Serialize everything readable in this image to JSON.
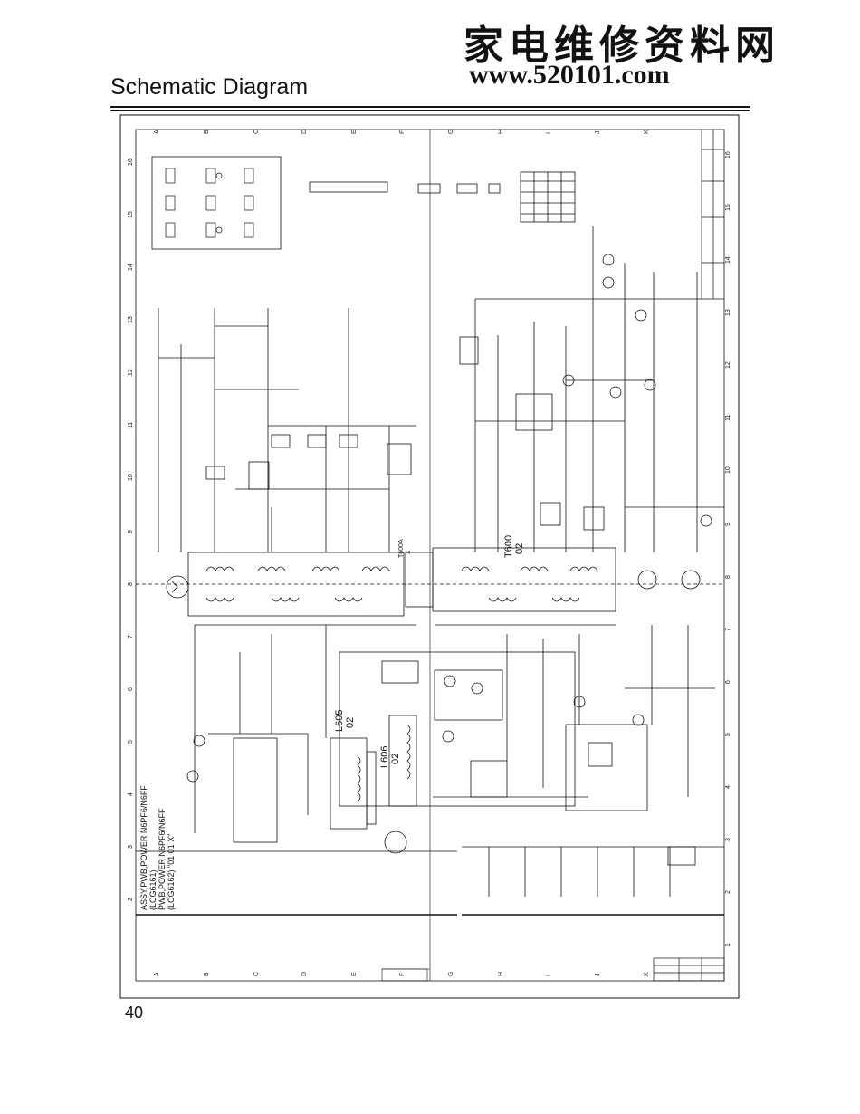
{
  "watermark": {
    "chinese": "家电维修资料网",
    "url": "www.520101.com"
  },
  "header": {
    "title": "Schematic Diagram"
  },
  "page_number": "40",
  "grid": {
    "columns": [
      "A",
      "B",
      "C",
      "D",
      "E",
      "F",
      "G",
      "H",
      "I",
      "J",
      "K"
    ],
    "rows_right": [
      "1",
      "2",
      "3",
      "4",
      "5",
      "6",
      "7",
      "8",
      "9",
      "10",
      "11",
      "12",
      "13",
      "14",
      "15",
      "16"
    ],
    "rows_left": [
      "2",
      "3",
      "4",
      "5",
      "6",
      "7",
      "8",
      "9",
      "10",
      "11",
      "12",
      "13",
      "14",
      "15",
      "16"
    ]
  },
  "labels": {
    "t600": "T600",
    "t600_sub": "02",
    "t600a": "T600A",
    "t600a_sub": "X",
    "l605": "L605",
    "l605_sub": "02",
    "l606": "L606",
    "l606_sub": "02",
    "model_line1": "ASSY,PWB,POWER N6PF6/N6FF",
    "model_line2": "(LCG6161)",
    "model_line3": "PWB,POWER N6PF6/N6FF",
    "model_line4": "(LCG6162)  \"01 01 X\""
  }
}
